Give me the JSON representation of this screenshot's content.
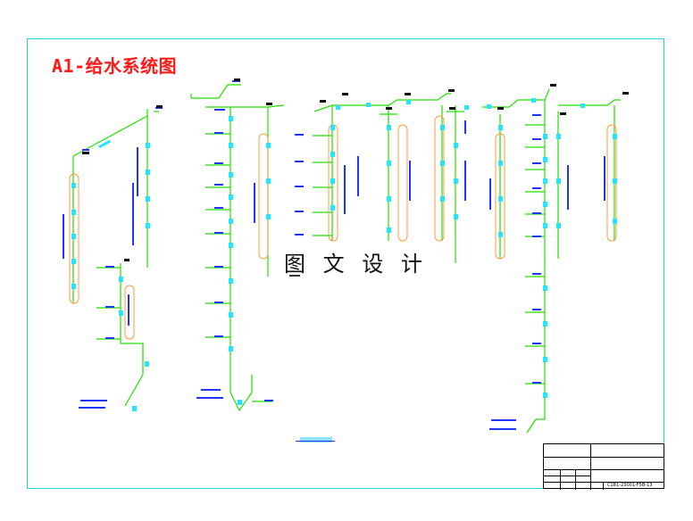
{
  "drawing": {
    "title": "A1-给水系统图",
    "watermark": "图 文 设 计",
    "accent_colors": {
      "frame": "#19d6e3",
      "pipe": "#22e000",
      "valve": "#22e6ff",
      "title": "#ff1a1a",
      "orange": "#ff9a3c",
      "blue_text": "#1f35ff"
    }
  },
  "title_block": {
    "drawing_number": "C1B1-23001-F5B-13"
  }
}
